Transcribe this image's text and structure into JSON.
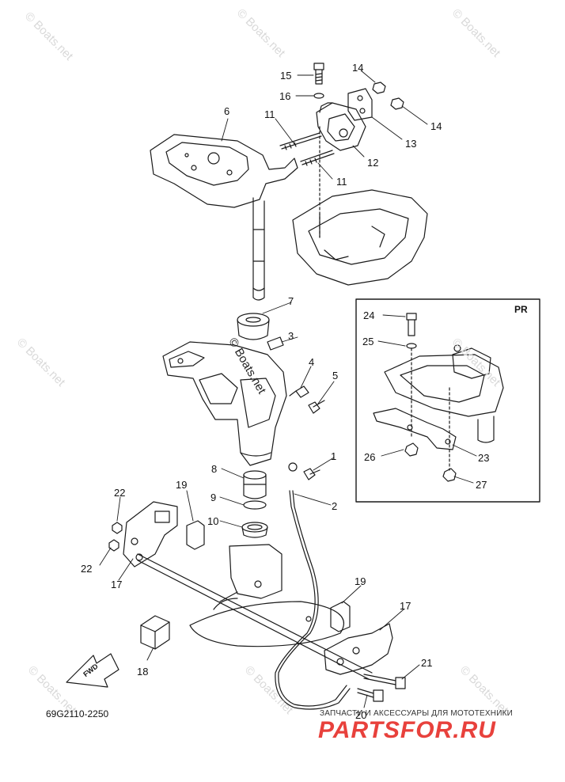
{
  "diagram": {
    "code": "69G2110-2250",
    "inset_label": "PR",
    "fwd_label": "FWD",
    "center_watermark": "© Boats.net",
    "watermark": "© Boats.net",
    "brand_subtitle": "ЗАПЧАСТИ И АКСЕССУАРЫ ДЛЯ МОТОТЕХНИКИ",
    "brand_name": "PARTSFOR.RU",
    "line_color": "#1a1a1a",
    "brand_color": "#e8413c",
    "callouts": [
      {
        "id": "15",
        "text": "15"
      },
      {
        "id": "14a",
        "text": "14"
      },
      {
        "id": "16",
        "text": "16"
      },
      {
        "id": "6",
        "text": "6"
      },
      {
        "id": "11a",
        "text": "11"
      },
      {
        "id": "14b",
        "text": "14"
      },
      {
        "id": "13",
        "text": "13"
      },
      {
        "id": "12",
        "text": "12"
      },
      {
        "id": "11b",
        "text": "11"
      },
      {
        "id": "7",
        "text": "7"
      },
      {
        "id": "3",
        "text": "3"
      },
      {
        "id": "4",
        "text": "4"
      },
      {
        "id": "5",
        "text": "5"
      },
      {
        "id": "1",
        "text": "1"
      },
      {
        "id": "8",
        "text": "8"
      },
      {
        "id": "9",
        "text": "9"
      },
      {
        "id": "2",
        "text": "2"
      },
      {
        "id": "10",
        "text": "10"
      },
      {
        "id": "22a",
        "text": "22"
      },
      {
        "id": "19a",
        "text": "19"
      },
      {
        "id": "22b",
        "text": "22"
      },
      {
        "id": "17a",
        "text": "17"
      },
      {
        "id": "19b",
        "text": "19"
      },
      {
        "id": "17b",
        "text": "17"
      },
      {
        "id": "18",
        "text": "18"
      },
      {
        "id": "21",
        "text": "21"
      },
      {
        "id": "20",
        "text": "20"
      },
      {
        "id": "24",
        "text": "24"
      },
      {
        "id": "25",
        "text": "25"
      },
      {
        "id": "26",
        "text": "26"
      },
      {
        "id": "23",
        "text": "23"
      },
      {
        "id": "27",
        "text": "27"
      }
    ]
  }
}
